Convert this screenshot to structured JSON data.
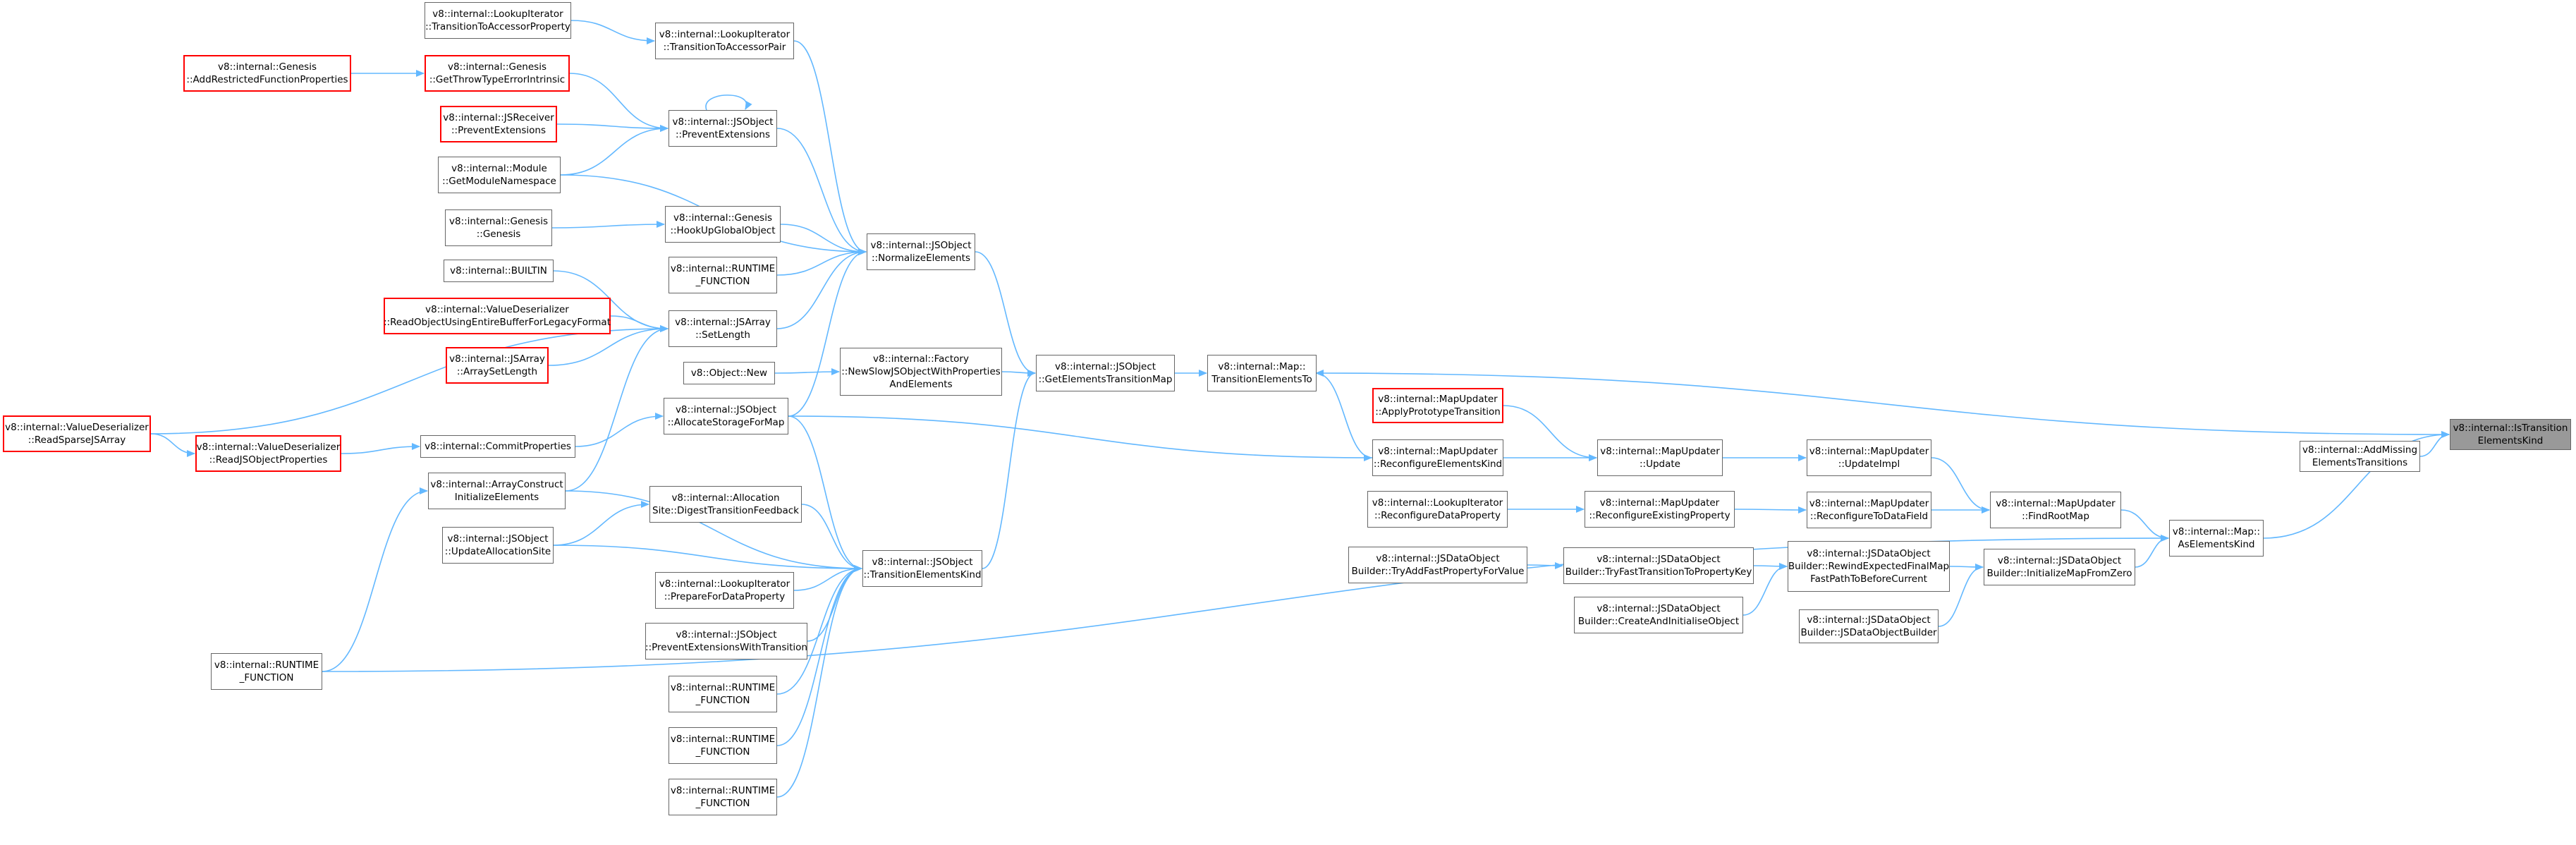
{
  "colors": {
    "edge": "#63b8ff",
    "node_border": "#666666",
    "node_missing_border": "#ff0000",
    "root_fill": "#999999",
    "background": "#ffffff"
  },
  "nodes": {
    "n_root": {
      "label": "v8::internal::IsTransition\nElementsKind",
      "style": "root"
    },
    "n_addmiss": {
      "label": "v8::internal::AddMissing\nElementsTransitions",
      "style": "normal"
    },
    "n_aek": {
      "label": "v8::internal::Map::\nAsElementsKind",
      "style": "normal"
    },
    "n_frm": {
      "label": "v8::internal::MapUpdater\n::FindRootMap",
      "style": "normal"
    },
    "n_imfz": {
      "label": "v8::internal::JSDataObject\nBuilder::InitializeMapFromZero",
      "style": "normal"
    },
    "n_upimpl": {
      "label": "v8::internal::MapUpdater\n::UpdateImpl",
      "style": "normal"
    },
    "n_rtdf": {
      "label": "v8::internal::MapUpdater\n::ReconfigureToDataField",
      "style": "normal"
    },
    "n_rewind": {
      "label": "v8::internal::JSDataObject\nBuilder::RewindExpectedFinalMap\nFastPathToBeforeCurrent",
      "style": "normal"
    },
    "n_jdob": {
      "label": "v8::internal::JSDataObject\nBuilder::JSDataObjectBuilder",
      "style": "normal"
    },
    "n_update": {
      "label": "v8::internal::MapUpdater\n::Update",
      "style": "normal"
    },
    "n_rep": {
      "label": "v8::internal::MapUpdater\n::ReconfigureExistingProperty",
      "style": "normal"
    },
    "n_tftp": {
      "label": "v8::internal::JSDataObject\nBuilder::TryFastTransitionToPropertyKey",
      "style": "normal"
    },
    "n_cai": {
      "label": "v8::internal::JSDataObject\nBuilder::CreateAndInitialiseObject",
      "style": "normal"
    },
    "n_apt": {
      "label": "v8::internal::MapUpdater\n::ApplyPrototypeTransition",
      "style": "missing"
    },
    "n_rek": {
      "label": "v8::internal::MapUpdater\n::ReconfigureElementsKind",
      "style": "normal"
    },
    "n_rdp": {
      "label": "v8::internal::LookupIterator\n::ReconfigureDataProperty",
      "style": "normal"
    },
    "n_tafp": {
      "label": "v8::internal::JSDataObject\nBuilder::TryAddFastPropertyForValue",
      "style": "normal"
    },
    "n_tet": {
      "label": "v8::internal::Map::\nTransitionElementsTo",
      "style": "normal"
    },
    "n_getm": {
      "label": "v8::internal::JSObject\n::GetElementsTransitionMap",
      "style": "normal"
    },
    "n_norm": {
      "label": "v8::internal::JSObject\n::NormalizeElements",
      "style": "normal"
    },
    "n_tek": {
      "label": "v8::internal::JSObject\n::TransitionElementsKind",
      "style": "normal"
    },
    "n_fac": {
      "label": "v8::internal::Factory\n::NewSlowJSObjectWithProperties\nAndElements",
      "style": "normal"
    },
    "n_objnew": {
      "label": "v8::Object::New",
      "style": "normal"
    },
    "n_ltap": {
      "label": "v8::internal::LookupIterator\n::TransitionToAccessorPair",
      "style": "normal"
    },
    "n_pe": {
      "label": "v8::internal::JSObject\n::PreventExtensions",
      "style": "normal"
    },
    "n_hugo": {
      "label": "v8::internal::Genesis\n::HookUpGlobalObject",
      "style": "normal"
    },
    "n_rf1": {
      "label": "v8::internal::RUNTIME\n_FUNCTION",
      "style": "normal"
    },
    "n_setlen": {
      "label": "v8::internal::JSArray\n::SetLength",
      "style": "normal"
    },
    "n_asfm": {
      "label": "v8::internal::JSObject\n::AllocateStorageForMap",
      "style": "normal"
    },
    "n_adtf": {
      "label": "v8::internal::Allocation\nSite::DigestTransitionFeedback",
      "style": "normal"
    },
    "n_ua": {
      "label": "v8::internal::JSObject\n::UpdateAllocationSite",
      "style": "normal"
    },
    "n_pfdp": {
      "label": "v8::internal::LookupIterator\n::PrepareForDataProperty",
      "style": "normal"
    },
    "n_pewt": {
      "label": "v8::internal::JSObject\n::PreventExtensionsWithTransition",
      "style": "normal"
    },
    "n_rf2": {
      "label": "v8::internal::RUNTIME\n_FUNCTION",
      "style": "normal"
    },
    "n_rf3": {
      "label": "v8::internal::RUNTIME\n_FUNCTION",
      "style": "normal"
    },
    "n_rf4": {
      "label": "v8::internal::RUNTIME\n_FUNCTION",
      "style": "normal"
    },
    "n_ltapr": {
      "label": "v8::internal::LookupIterator\n::TransitionToAccessorProperty",
      "style": "normal"
    },
    "n_gtte": {
      "label": "v8::internal::Genesis\n::GetThrowTypeErrorIntrinsic",
      "style": "missing"
    },
    "n_jrpe": {
      "label": "v8::internal::JSReceiver\n::PreventExtensions",
      "style": "missing"
    },
    "n_mod": {
      "label": "v8::internal::Module\n::GetModuleNamespace",
      "style": "normal"
    },
    "n_gen": {
      "label": "v8::internal::Genesis\n::Genesis",
      "style": "normal"
    },
    "n_builtin": {
      "label": "v8::internal::BUILTIN",
      "style": "normal"
    },
    "n_vdro": {
      "label": "v8::internal::ValueDeserializer\n::ReadObjectUsingEntireBufferForLegacyFormat",
      "style": "missing"
    },
    "n_asl": {
      "label": "v8::internal::JSArray\n::ArraySetLength",
      "style": "missing"
    },
    "n_cp": {
      "label": "v8::internal::CommitProperties",
      "style": "normal"
    },
    "n_acie": {
      "label": "v8::internal::ArrayConstruct\nInitializeElements",
      "style": "normal"
    },
    "n_rfl": {
      "label": "v8::internal::RUNTIME\n_FUNCTION",
      "style": "normal"
    },
    "n_arfp": {
      "label": "v8::internal::Genesis\n::AddRestrictedFunctionProperties",
      "style": "missing"
    },
    "n_vdrsj": {
      "label": "v8::internal::ValueDeserializer\n::ReadSparseJSArray",
      "style": "missing"
    },
    "n_vdrjo": {
      "label": "v8::internal::ValueDeserializer\n::ReadJSObjectProperties",
      "style": "missing"
    }
  }
}
